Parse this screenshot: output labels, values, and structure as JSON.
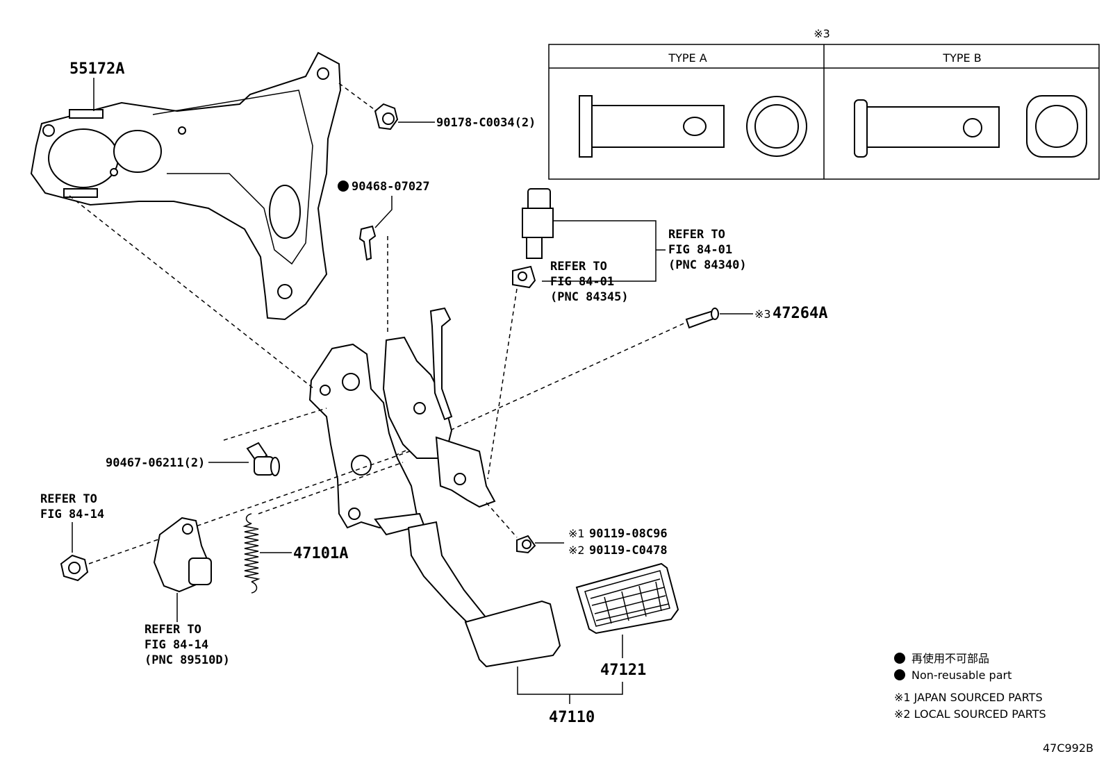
{
  "type_table": {
    "note_mark": "※3",
    "type_a": "TYPE A",
    "type_b": "TYPE B"
  },
  "callouts": {
    "p55172a": "55172A",
    "p90178": "90178-C0034(2)",
    "p90468": "90468-07027",
    "ref_84340": [
      "REFER TO",
      "FIG 84-01",
      "(PNC 84340)"
    ],
    "ref_84345": [
      "REFER TO",
      "FIG 84-01",
      "(PNC 84345)"
    ],
    "p47264a_mark": "※3",
    "p47264a": "47264A",
    "p90467": "90467-06211(2)",
    "ref_8414_top": [
      "REFER TO",
      "FIG 84-14"
    ],
    "p47101a": "47101A",
    "bolt_mark1": "※1",
    "bolt_code1": "90119-08C96",
    "bolt_mark2": "※2",
    "bolt_code2": "90119-C0478",
    "ref_89510": [
      "REFER TO",
      "FIG 84-14",
      "(PNC 89510D)"
    ],
    "p47121": "47121",
    "p47110": "47110"
  },
  "legend": {
    "nonreusable_jp": "再使用不可部品",
    "nonreusable_en": "Non-reusable part",
    "note1": "※1 JAPAN SOURCED PARTS",
    "note2": "※2 LOCAL SOURCED PARTS"
  },
  "diagram_id": "47C992B"
}
